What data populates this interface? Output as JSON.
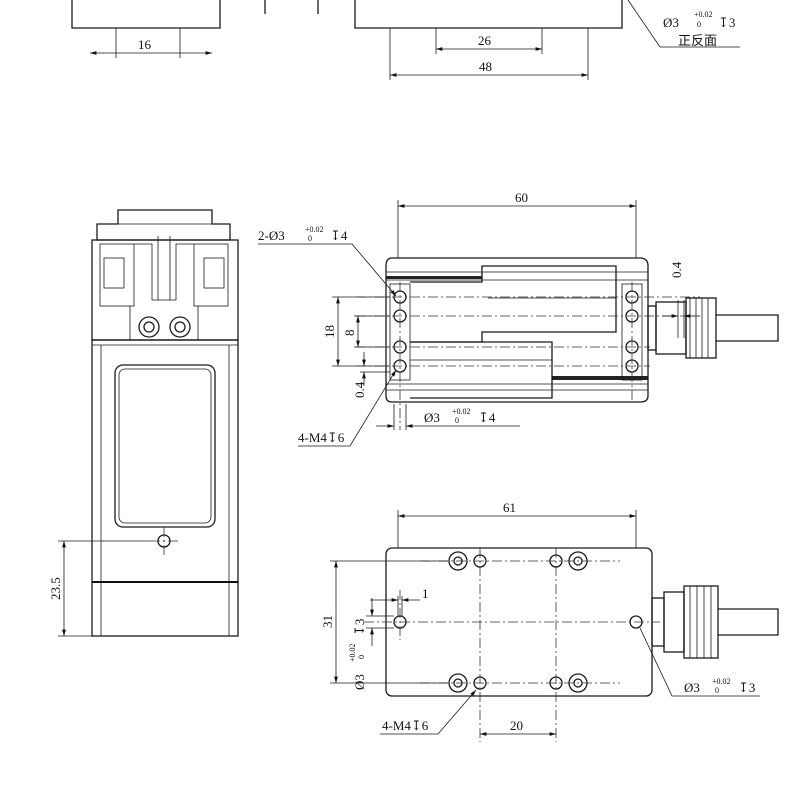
{
  "top_view": {
    "dim_16": "16",
    "dim_26": "26",
    "dim_48": "48",
    "hole_note": "Ø3",
    "hole_tol_upper": "+0.02",
    "hole_tol_lower": "0",
    "hole_depth": "↧3",
    "hole_side": "正反面"
  },
  "side_view": {
    "dim_23_5": "23.5"
  },
  "middle_view": {
    "dim_60": "60",
    "dim_18": "18",
    "dim_8": "8",
    "dim_0_4_left": "0.4",
    "dim_0_4_right": "0.4",
    "pin_note_prefix": "2-Ø3",
    "pin_tol_upper": "+0.02",
    "pin_tol_lower": "0",
    "pin_depth": "↧4",
    "thread_note": "4-M4↧6",
    "bottom_hole": "Ø3",
    "bottom_tol_upper": "+0.02",
    "bottom_tol_lower": "0",
    "bottom_depth": "↧4"
  },
  "bottom_view": {
    "dim_61": "61",
    "dim_31": "31",
    "dim_1": "1",
    "dim_20": "20",
    "vert_hole": "Ø3",
    "vert_tol_upper": "+0.02",
    "vert_tol_lower": "0",
    "vert_depth": "↧3",
    "right_hole": "Ø3",
    "right_tol_upper": "+0.02",
    "right_tol_lower": "0",
    "right_depth": "↧3",
    "thread_note": "4-M4↧6"
  }
}
